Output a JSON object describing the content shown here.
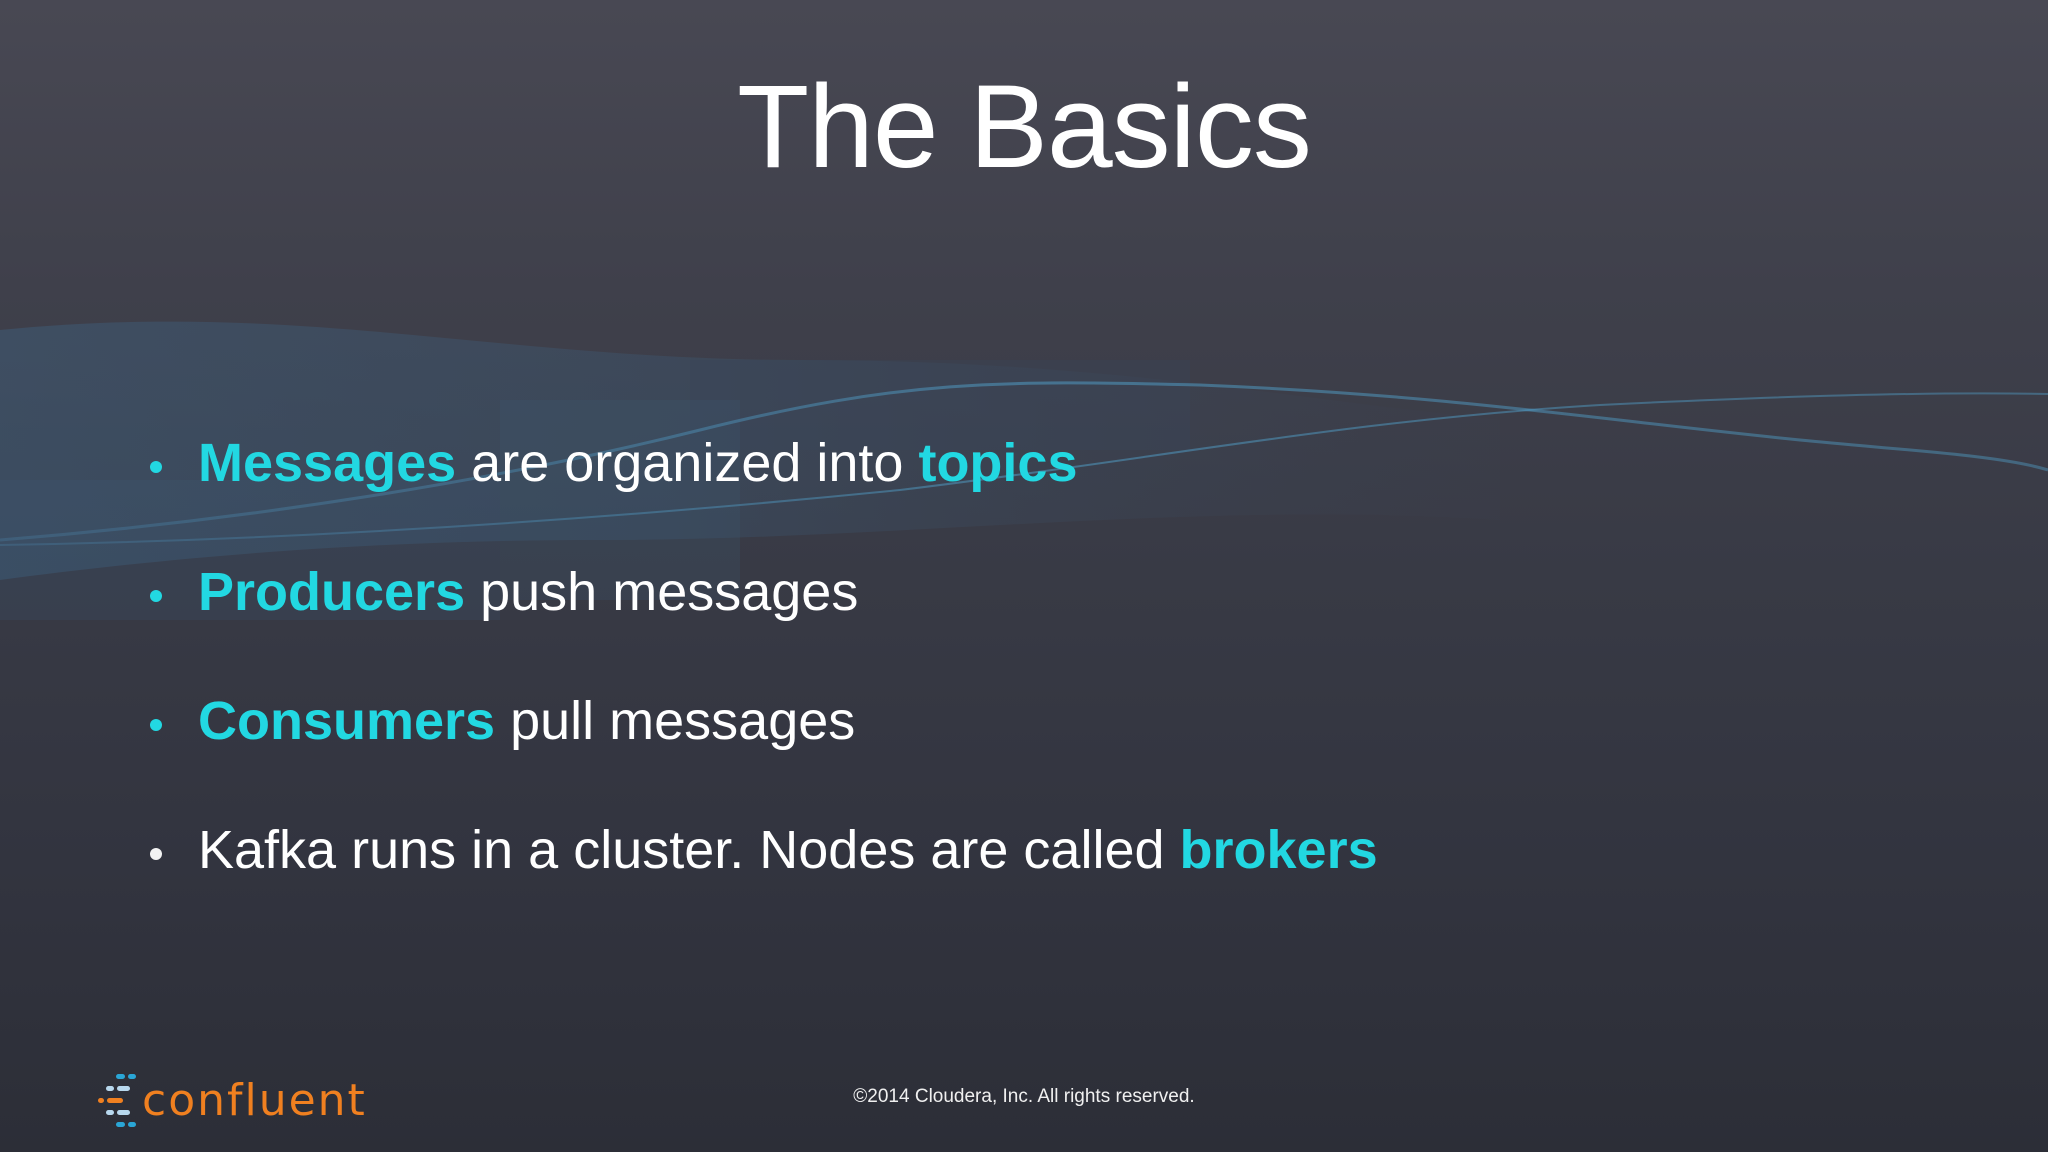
{
  "slide": {
    "title": "The Basics",
    "colors": {
      "background_top": "#484853",
      "background_bottom": "#2c2e37",
      "accent": "#22d8e2",
      "text": "#ffffff",
      "logo_orange": "#f08020",
      "logo_blue": "#2aa6d6",
      "logo_light": "#b8d8ee"
    },
    "bullets": [
      {
        "bullet_color": "cyan",
        "segments": [
          {
            "text": "Messages",
            "highlight": true
          },
          {
            "text": " are organized into ",
            "highlight": false
          },
          {
            "text": "topics",
            "highlight": true
          }
        ]
      },
      {
        "bullet_color": "cyan",
        "segments": [
          {
            "text": "Producers",
            "highlight": true
          },
          {
            "text": " push messages",
            "highlight": false
          }
        ]
      },
      {
        "bullet_color": "cyan",
        "segments": [
          {
            "text": "Consumers",
            "highlight": true
          },
          {
            "text": " pull messages",
            "highlight": false
          }
        ]
      },
      {
        "bullet_color": "white",
        "segments": [
          {
            "text": "Kafka runs in a cluster. Nodes are called ",
            "highlight": false
          },
          {
            "text": "brokers",
            "highlight": true
          }
        ]
      }
    ],
    "footer": {
      "copyright": "©2014 Cloudera, Inc. All rights reserved."
    },
    "logo": {
      "text": "confluent",
      "icon": "confluent-stream-icon"
    }
  }
}
